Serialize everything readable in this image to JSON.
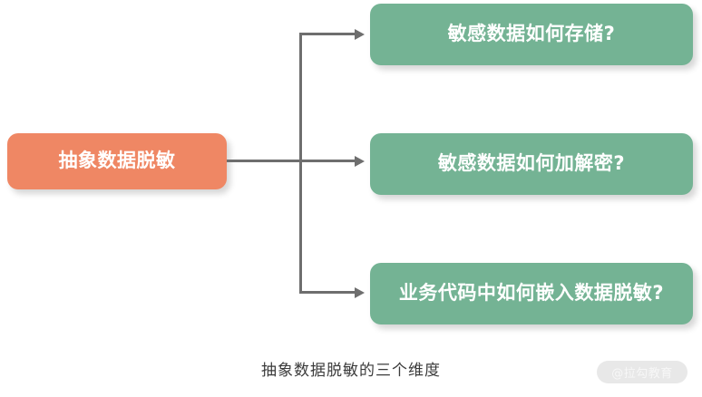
{
  "diagram": {
    "title_caption": "抽象数据脱敏的三个维度",
    "root": {
      "label": "抽象数据脱敏",
      "color": "#ef8764"
    },
    "branches": [
      {
        "label": "敏感数据如何存储?",
        "color": "#74b394"
      },
      {
        "label": "敏感数据如何加解密?",
        "color": "#74b394"
      },
      {
        "label": "业务代码中如何嵌入数据脱敏?",
        "color": "#74b394"
      }
    ],
    "connector": {
      "color": "#6e6e6e",
      "arrow_icon": "arrow-right-icon"
    }
  },
  "watermark": {
    "text": "@拉勾教育"
  }
}
